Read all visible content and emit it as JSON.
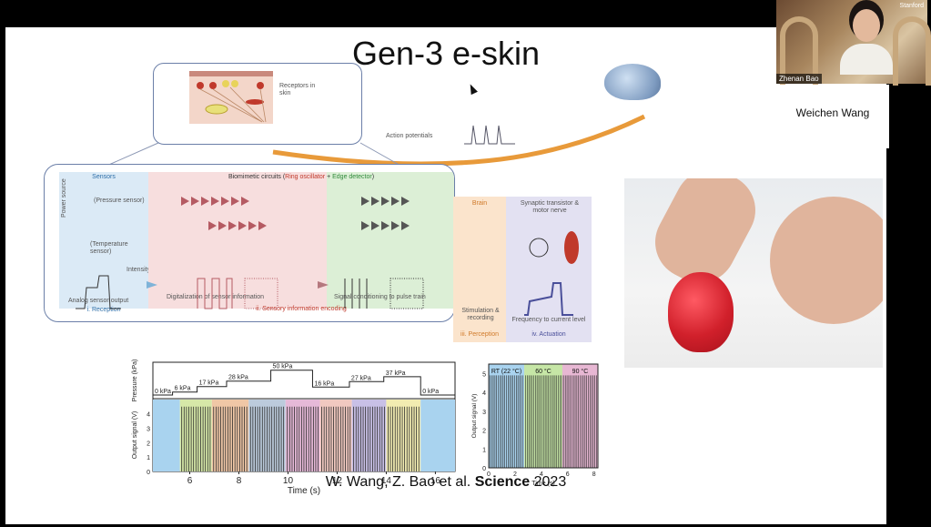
{
  "slide": {
    "title": "Gen-3 e-skin",
    "citation_pre": "W. Wang, Z. Bao et al. ",
    "citation_journal": "Science",
    "citation_year": " 2023"
  },
  "top_diagram": {
    "receptors_label": "Receptors in skin",
    "action_label": "Action potentials"
  },
  "diagram": {
    "sensors_title": "Sensors",
    "power_source": "Power source",
    "pressure_sensor": "(Pressure sensor)",
    "temperature_sensor": "(Temperature sensor)",
    "intensity": "Intensity",
    "analog_output": "Analog sensor output",
    "reception": "i. Reception",
    "circuits_title_pre": "Biomimetic circuits (",
    "circuits_ring": "Ring oscillator",
    "circuits_mid": " + ",
    "circuits_edge": "Edge detector",
    "circuits_post": ")",
    "digitalization": "Digitalization of sensor information",
    "conditioning": "Signal conditioning to pulse train",
    "encoding": "ii. Sensory information encoding",
    "brain": "Brain",
    "stimulation": "Stimulation & recording",
    "perception": "iii. Perception",
    "synaptic": "Synaptic transistor & motor nerve",
    "frequency": "Frequency to current level",
    "actuation": "iv. Actuation"
  },
  "chart_data": [
    {
      "type": "line",
      "xlabel": "Time (s)",
      "ylabel_top": "Pressure (kPa)",
      "ylabel_bottom": "Output signal (V)",
      "xlim": [
        4.5,
        16.8
      ],
      "xticks": [
        6,
        8,
        10,
        12,
        14,
        16
      ],
      "yticks_bottom": [
        0,
        1,
        2,
        3,
        4
      ],
      "ylim_bottom": [
        0,
        4.8
      ],
      "pressure_steps": [
        {
          "start": 4.5,
          "end": 5.3,
          "kpa": 0,
          "label": "0 kPa"
        },
        {
          "start": 5.3,
          "end": 6.3,
          "kpa": 6,
          "label": "6 kPa"
        },
        {
          "start": 6.3,
          "end": 7.5,
          "kpa": 17,
          "label": "17 kPa"
        },
        {
          "start": 7.5,
          "end": 9.3,
          "kpa": 28,
          "label": "28 kPa"
        },
        {
          "start": 9.3,
          "end": 11.0,
          "kpa": 50,
          "label": "50 kPa"
        },
        {
          "start": 11.0,
          "end": 12.5,
          "kpa": 16,
          "label": "16 kPa"
        },
        {
          "start": 12.5,
          "end": 13.9,
          "kpa": 27,
          "label": "27 kPa"
        },
        {
          "start": 13.9,
          "end": 15.4,
          "kpa": 37,
          "label": "37 kPa"
        },
        {
          "start": 15.4,
          "end": 16.8,
          "kpa": 0,
          "label": "0 kPa"
        }
      ],
      "signal_bands": [
        {
          "start": 4.5,
          "end": 5.6,
          "color": "#a9d3ef",
          "pulses": false
        },
        {
          "start": 5.6,
          "end": 6.9,
          "color": "#d6e8a8",
          "pulses": true
        },
        {
          "start": 6.9,
          "end": 8.4,
          "color": "#f0c7a6",
          "pulses": true
        },
        {
          "start": 8.4,
          "end": 9.9,
          "color": "#bccbdc",
          "pulses": true
        },
        {
          "start": 9.9,
          "end": 11.3,
          "color": "#e6b9d8",
          "pulses": true
        },
        {
          "start": 11.3,
          "end": 12.6,
          "color": "#f1c9c0",
          "pulses": true
        },
        {
          "start": 12.6,
          "end": 14.0,
          "color": "#c8c0e6",
          "pulses": true
        },
        {
          "start": 14.0,
          "end": 15.4,
          "color": "#f2ecb1",
          "pulses": true
        },
        {
          "start": 15.4,
          "end": 16.8,
          "color": "#a9d3ef",
          "pulses": false
        }
      ]
    },
    {
      "type": "line",
      "xlabel": "Time (s)",
      "ylabel": "Output signal (V)",
      "xlim": [
        0,
        8.3
      ],
      "xticks": [
        0,
        2,
        4,
        6,
        8
      ],
      "ylim": [
        0,
        5.5
      ],
      "yticks": [
        0,
        1,
        2,
        3,
        4,
        5
      ],
      "bands": [
        {
          "start": 0,
          "end": 2.7,
          "label": "RT (22 °C)",
          "color": "#a9d3ef"
        },
        {
          "start": 2.7,
          "end": 5.6,
          "label": "60 °C",
          "color": "#c6e6a6"
        },
        {
          "start": 5.6,
          "end": 8.3,
          "label": "90 °C",
          "color": "#e7b7d3"
        }
      ]
    }
  ],
  "participants": [
    {
      "name": "Zhenan Bao",
      "watermark": "Stanford"
    },
    {
      "name": "Weichen Wang"
    }
  ]
}
